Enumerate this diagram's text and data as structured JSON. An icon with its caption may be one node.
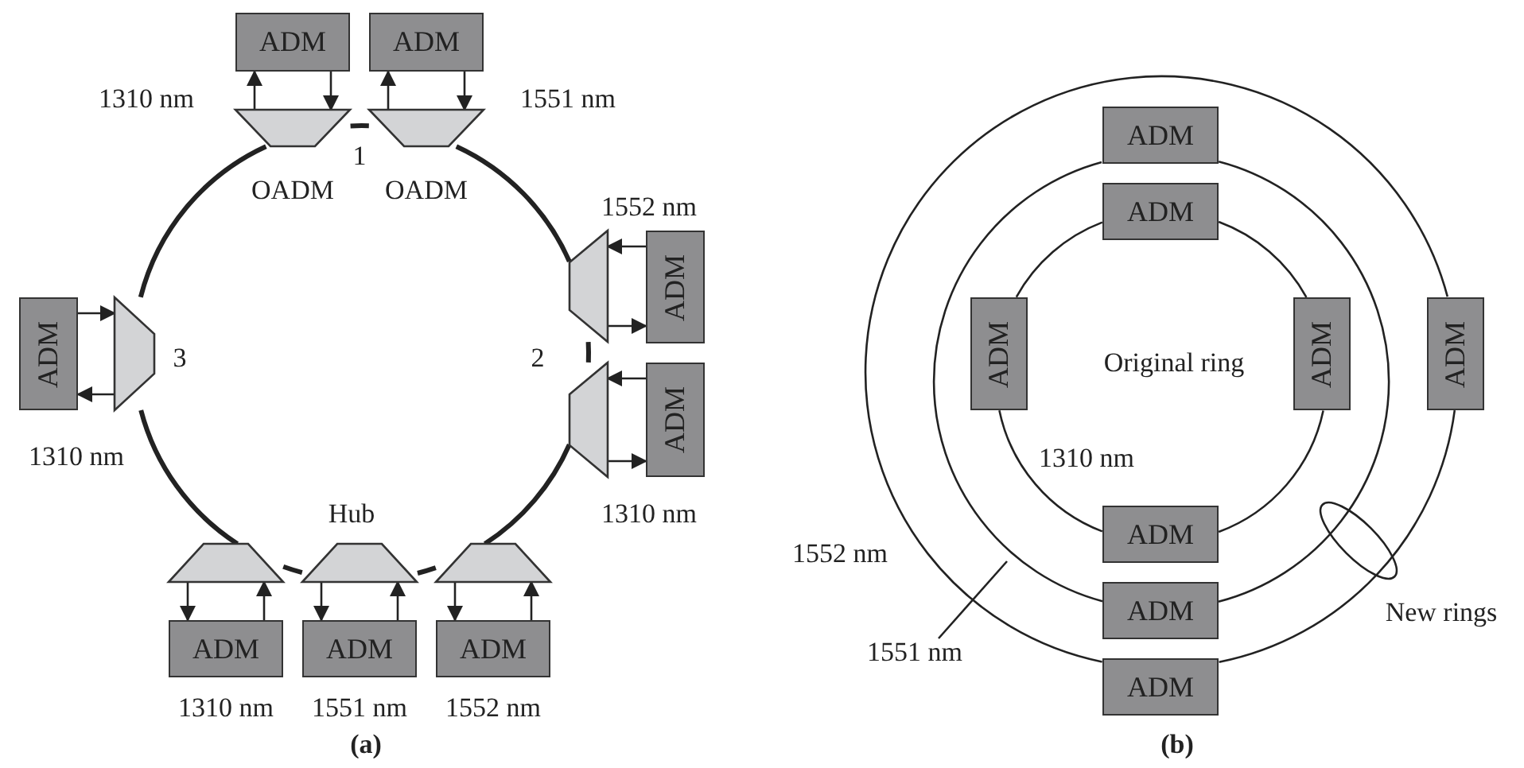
{
  "diagram": {
    "nodes": [
      {
        "text": [
          "ADM"
        ]
      },
      {
        "text": [
          "ADM"
        ]
      },
      {
        "text": [
          "OADM"
        ]
      },
      {
        "text": [
          "OADM"
        ]
      },
      {
        "text": [],
        "shape": "trapezoid"
      },
      {
        "text": [
          "ADM"
        ]
      },
      {
        "text": [],
        "shape": "trapezoid"
      },
      {
        "text": [
          "ADM"
        ]
      },
      {
        "text": [],
        "shape": "trapezoid"
      },
      {
        "text": [
          "ADM"
        ]
      },
      {
        "text": [],
        "shape": "trapezoid"
      },
      {
        "text": [],
        "shape": "trapezoid"
      },
      {
        "text": [],
        "shape": "trapezoid"
      },
      {
        "text": [
          "ADM"
        ]
      },
      {
        "text": [
          "ADM"
        ]
      },
      {
        "text": [
          "ADM"
        ]
      },
      {
        "text": [
          "ADM"
        ]
      },
      {
        "text": [
          "ADM"
        ]
      },
      {
        "text": [
          "ADM"
        ]
      },
      {
        "text": [
          "ADM"
        ]
      },
      {
        "text": [
          "ADM"
        ]
      },
      {
        "text": [
          "ADM"
        ]
      },
      {
        "text": [
          "ADM"
        ]
      },
      {
        "text": [
          "ADM"
        ]
      },
      {
        "text": [
          "1551 nm"
        ]
      }
    ],
    "edges": [
      {
        "from": 2,
        "to": 0,
        "arrow": "to"
      },
      {
        "from": 0,
        "to": 2,
        "arrow": "to"
      },
      {
        "from": 3,
        "to": 1,
        "arrow": "to"
      },
      {
        "from": 1,
        "to": 3,
        "arrow": "to"
      },
      {
        "from": 5,
        "to": 4,
        "arrow": "to"
      },
      {
        "from": 4,
        "to": 5,
        "arrow": "to"
      },
      {
        "from": 7,
        "to": 6,
        "arrow": "to"
      },
      {
        "from": 6,
        "to": 7,
        "arrow": "to"
      },
      {
        "from": 9,
        "to": 8,
        "arrow": "to"
      },
      {
        "from": 8,
        "to": 9,
        "arrow": "to"
      },
      {
        "from": 10,
        "to": 13,
        "arrow": "to"
      },
      {
        "from": 13,
        "to": 10,
        "arrow": "to"
      },
      {
        "from": 11,
        "to": 14,
        "arrow": "to"
      },
      {
        "from": 14,
        "to": 11,
        "arrow": "to"
      },
      {
        "from": 12,
        "to": 15,
        "arrow": "to"
      },
      {
        "from": 15,
        "to": 12,
        "arrow": "to"
      },
      {
        "from": 2,
        "to": 3,
        "arrow": "none",
        "style": "thick"
      },
      {
        "from": 3,
        "to": 4,
        "arrow": "none",
        "style": "thick"
      },
      {
        "from": 4,
        "to": 6,
        "arrow": "none",
        "style": "thick"
      },
      {
        "from": 6,
        "to": 12,
        "arrow": "none",
        "style": "thick"
      },
      {
        "from": 12,
        "to": 11,
        "arrow": "none",
        "style": "thick"
      },
      {
        "from": 11,
        "to": 10,
        "arrow": "none",
        "style": "thick"
      },
      {
        "from": 10,
        "to": 8,
        "arrow": "none",
        "style": "thick"
      },
      {
        "from": 8,
        "to": 2,
        "arrow": "none",
        "style": "thick"
      },
      {
        "from": 17,
        "to": 19,
        "arrow": "none"
      },
      {
        "from": 19,
        "to": 21,
        "arrow": "none"
      },
      {
        "from": 21,
        "to": 18,
        "arrow": "none"
      },
      {
        "from": 18,
        "to": 17,
        "arrow": "none"
      },
      {
        "from": 16,
        "to": 22,
        "arrow": "none"
      },
      {
        "from": 22,
        "to": 16,
        "arrow": "none"
      },
      {
        "from": 20,
        "to": 23,
        "arrow": "none"
      },
      {
        "from": 23,
        "to": 20,
        "arrow": "none"
      },
      {
        "from": 24,
        "to": null,
        "arrow": "none"
      }
    ],
    "labels": [
      "1310 nm",
      "1551 nm",
      "1",
      "1552 nm",
      "3",
      "2",
      "1310 nm",
      "Hub",
      "1310 nm",
      "1310 nm",
      "1551 nm",
      "1552 nm",
      "(a)",
      "Original ring",
      "1310 nm",
      "1552 nm",
      "New rings",
      "(b)"
    ]
  }
}
